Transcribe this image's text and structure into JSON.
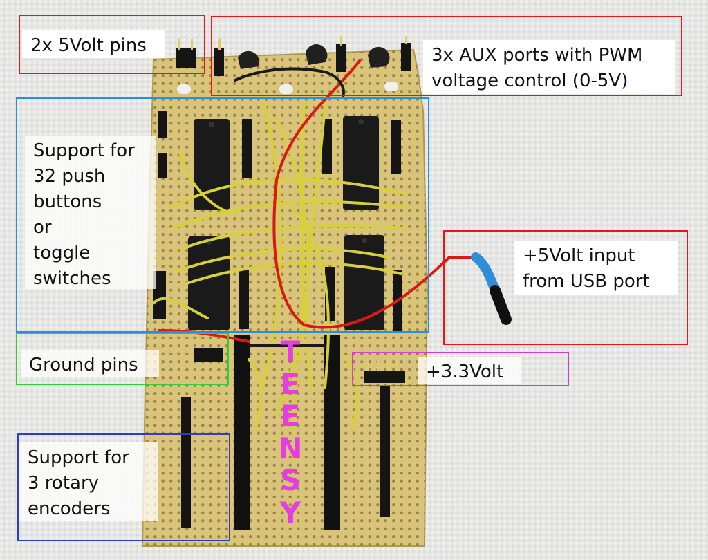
{
  "labels": {
    "five_volt_pins": "2x 5Volt pins",
    "aux_ports": "3x AUX ports with PWM\nvoltage control (0-5V)",
    "push_buttons": "Support for\n32 push\nbuttons\nor\ntoggle\nswitches",
    "usb_input": "+5Volt input\nfrom USB port",
    "ground_pins": "Ground pins",
    "three_three_volt": "+3.3Volt",
    "rotary_encoders": "Support for\n3 rotary\nencoders",
    "teensy": "TEENSY"
  },
  "colors": {
    "red_box": "#e8161b",
    "blue_box": "#2a8fd8",
    "green_box": "#33cc33",
    "magenta_box": "#d63cd6",
    "navy_box": "#2b3fc0",
    "teensy_text": "#e23ee0",
    "board": "#d9c47a",
    "wire_yellow": "#d6d13a",
    "wire_red": "#d91a12"
  }
}
